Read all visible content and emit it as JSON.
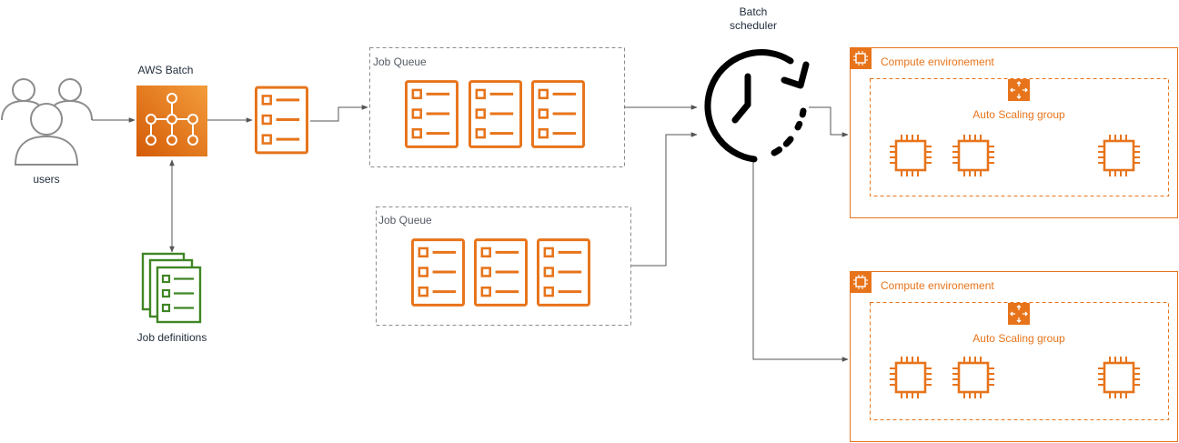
{
  "labels": {
    "users": "users",
    "aws_batch": "AWS Batch",
    "job_definitions": "Job definitions",
    "job_queue_1": "Job Queue",
    "job_queue_2": "Job Queue",
    "scheduler_line1": "Batch",
    "scheduler_line2": "scheduler",
    "compute_env_1": "Compute environement",
    "compute_env_2": "Compute environement",
    "asg_1": "Auto Scaling group",
    "asg_2": "Auto Scaling group"
  },
  "icons": {
    "users": "users-icon",
    "batch": "aws-batch-icon",
    "job": "job-list-icon",
    "job_definitions": "job-definitions-icon",
    "scheduler": "scheduler-clock-icon",
    "compute_env": "compute-environment-icon",
    "asg": "auto-scaling-group-icon",
    "instance": "ec2-instance-chip-icon"
  },
  "colors": {
    "orange": "#E7741B",
    "orange_light": "#F39C3C",
    "green": "#3F8624",
    "gray": "#8C8C8C",
    "dashed_border": "#8C8C8C",
    "arrow": "#555555",
    "text": "#232F3E",
    "group_label": "#545B64"
  }
}
